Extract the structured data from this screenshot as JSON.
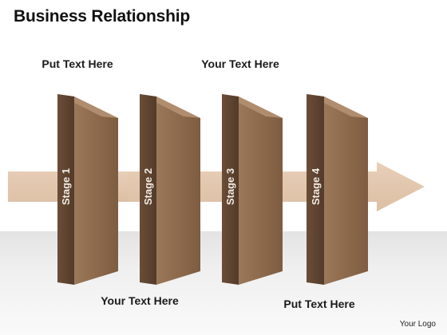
{
  "title": "Business Relationship",
  "stages": [
    {
      "label": "Stage 1"
    },
    {
      "label": "Stage 2"
    },
    {
      "label": "Stage 3"
    },
    {
      "label": "Stage 4"
    }
  ],
  "callouts": [
    {
      "text": "Put Text Here"
    },
    {
      "text": "Your Text Here"
    },
    {
      "text": "Your Text Here"
    },
    {
      "text": "Put Text Here"
    }
  ],
  "logo": "Your Logo",
  "colors": {
    "arrow": "#e2c6ad",
    "panel_front": "#8f6b4d",
    "panel_edge": "#5e4431",
    "panel_top": "#a98567"
  }
}
